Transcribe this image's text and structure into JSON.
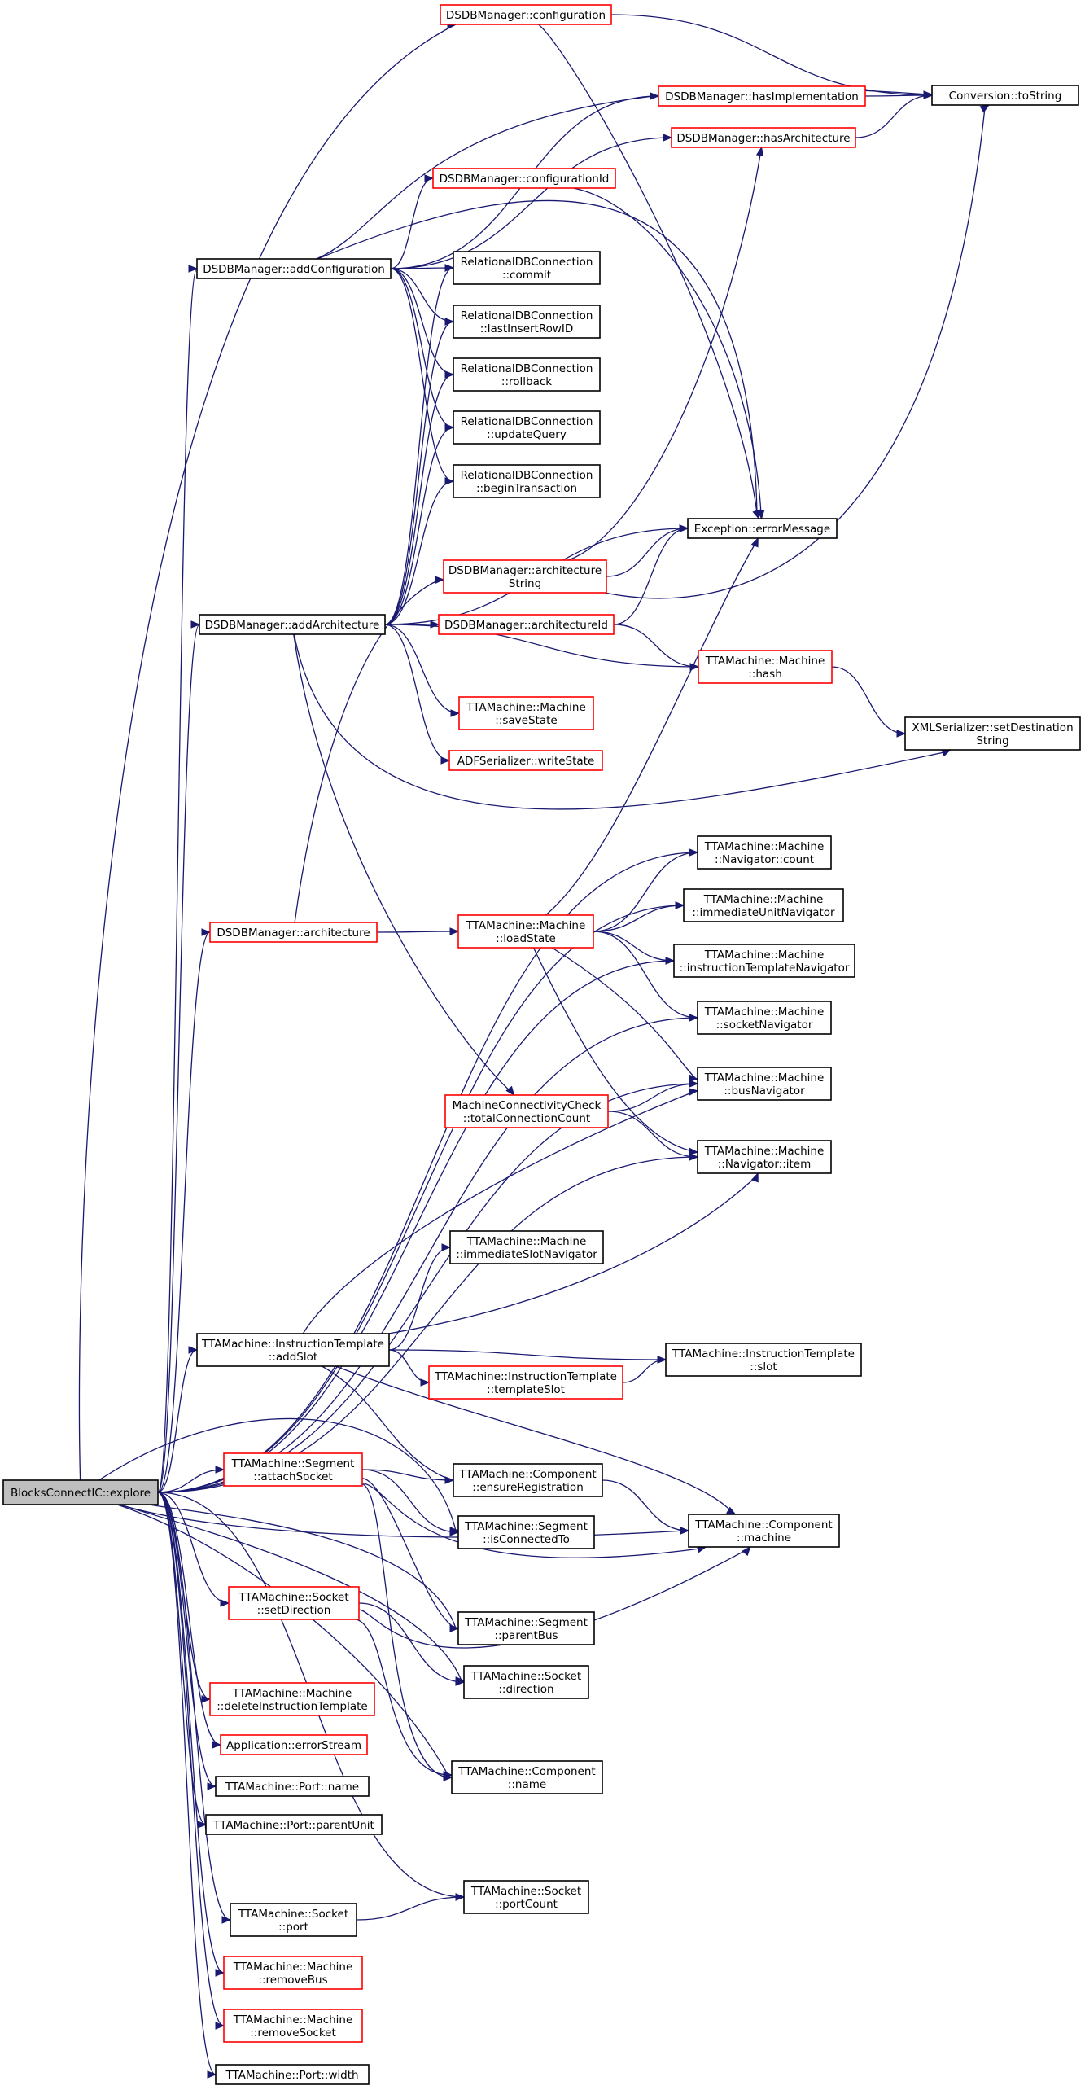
{
  "colors": {
    "edge": "#191970",
    "node_border_black": "#000000",
    "node_border_red": "#ff0000",
    "root_fill": "#bfbfbf",
    "node_fill": "#ffffff"
  },
  "nodes": [
    {
      "id": "root",
      "lines": [
        "BlocksConnectIC::explore"
      ],
      "style": "root"
    },
    {
      "id": "dsdb_config",
      "lines": [
        "DSDBManager::configuration"
      ],
      "style": "red"
    },
    {
      "id": "conv_tostring",
      "lines": [
        "Conversion::toString"
      ],
      "style": "black"
    },
    {
      "id": "dsdb_hasimpl",
      "lines": [
        "DSDBManager::hasImplementation"
      ],
      "style": "red"
    },
    {
      "id": "dsdb_hasarch",
      "lines": [
        "DSDBManager::hasArchitecture"
      ],
      "style": "red"
    },
    {
      "id": "dsdb_configid",
      "lines": [
        "DSDBManager::configurationId"
      ],
      "style": "red"
    },
    {
      "id": "dsdb_addconfig",
      "lines": [
        "DSDBManager::addConfiguration"
      ],
      "style": "black"
    },
    {
      "id": "rdb_commit",
      "lines": [
        "RelationalDBConnection",
        "::commit"
      ],
      "style": "black"
    },
    {
      "id": "rdb_lastid",
      "lines": [
        "RelationalDBConnection",
        "::lastInsertRowID"
      ],
      "style": "black"
    },
    {
      "id": "rdb_rollback",
      "lines": [
        "RelationalDBConnection",
        "::rollback"
      ],
      "style": "black"
    },
    {
      "id": "rdb_update",
      "lines": [
        "RelationalDBConnection",
        "::updateQuery"
      ],
      "style": "black"
    },
    {
      "id": "rdb_begin",
      "lines": [
        "RelationalDBConnection",
        "::beginTransaction"
      ],
      "style": "black"
    },
    {
      "id": "exc_errmsg",
      "lines": [
        "Exception::errorMessage"
      ],
      "style": "black"
    },
    {
      "id": "dsdb_archstr",
      "lines": [
        "DSDBManager::architecture",
        "String"
      ],
      "style": "red"
    },
    {
      "id": "dsdb_addarch",
      "lines": [
        "DSDBManager::addArchitecture"
      ],
      "style": "black"
    },
    {
      "id": "dsdb_archid",
      "lines": [
        "DSDBManager::architectureId"
      ],
      "style": "red"
    },
    {
      "id": "tta_hash",
      "lines": [
        "TTAMachine::Machine",
        "::hash"
      ],
      "style": "red"
    },
    {
      "id": "xml_setdest",
      "lines": [
        "XMLSerializer::setDestination",
        "String"
      ],
      "style": "black"
    },
    {
      "id": "tta_savestate",
      "lines": [
        "TTAMachine::Machine",
        "::saveState"
      ],
      "style": "red"
    },
    {
      "id": "adf_writestate",
      "lines": [
        "ADFSerializer::writeState"
      ],
      "style": "red"
    },
    {
      "id": "nav_count",
      "lines": [
        "TTAMachine::Machine",
        "::Navigator::count"
      ],
      "style": "black"
    },
    {
      "id": "imm_unit_nav",
      "lines": [
        "TTAMachine::Machine",
        "::immediateUnitNavigator"
      ],
      "style": "black"
    },
    {
      "id": "dsdb_arch",
      "lines": [
        "DSDBManager::architecture"
      ],
      "style": "red"
    },
    {
      "id": "tta_loadstate",
      "lines": [
        "TTAMachine::Machine",
        "::loadState"
      ],
      "style": "red"
    },
    {
      "id": "instr_tmpl_nav",
      "lines": [
        "TTAMachine::Machine",
        "::instructionTemplateNavigator"
      ],
      "style": "black"
    },
    {
      "id": "socket_nav",
      "lines": [
        "TTAMachine::Machine",
        "::socketNavigator"
      ],
      "style": "black"
    },
    {
      "id": "bus_nav",
      "lines": [
        "TTAMachine::Machine",
        "::busNavigator"
      ],
      "style": "black"
    },
    {
      "id": "mcc_total",
      "lines": [
        "MachineConnectivityCheck",
        "::totalConnectionCount"
      ],
      "style": "red"
    },
    {
      "id": "nav_item",
      "lines": [
        "TTAMachine::Machine",
        "::Navigator::item"
      ],
      "style": "black"
    },
    {
      "id": "imm_slot_nav",
      "lines": [
        "TTAMachine::Machine",
        "::immediateSlotNavigator"
      ],
      "style": "black"
    },
    {
      "id": "it_addslot",
      "lines": [
        "TTAMachine::InstructionTemplate",
        "::addSlot"
      ],
      "style": "black"
    },
    {
      "id": "it_slot",
      "lines": [
        "TTAMachine::InstructionTemplate",
        "::slot"
      ],
      "style": "black"
    },
    {
      "id": "it_tmplslot",
      "lines": [
        "TTAMachine::InstructionTemplate",
        "::templateSlot"
      ],
      "style": "red"
    },
    {
      "id": "seg_attach",
      "lines": [
        "TTAMachine::Segment",
        "::attachSocket"
      ],
      "style": "red"
    },
    {
      "id": "comp_ensure",
      "lines": [
        "TTAMachine::Component",
        "::ensureRegistration"
      ],
      "style": "black"
    },
    {
      "id": "comp_machine",
      "lines": [
        "TTAMachine::Component",
        "::machine"
      ],
      "style": "black"
    },
    {
      "id": "seg_isconn",
      "lines": [
        "TTAMachine::Segment",
        "::isConnectedTo"
      ],
      "style": "black"
    },
    {
      "id": "sock_setdir",
      "lines": [
        "TTAMachine::Socket",
        "::setDirection"
      ],
      "style": "red"
    },
    {
      "id": "seg_parentbus",
      "lines": [
        "TTAMachine::Segment",
        "::parentBus"
      ],
      "style": "black"
    },
    {
      "id": "tta_delinstr",
      "lines": [
        "TTAMachine::Machine",
        "::deleteInstructionTemplate"
      ],
      "style": "red"
    },
    {
      "id": "sock_dir",
      "lines": [
        "TTAMachine::Socket",
        "::direction"
      ],
      "style": "black"
    },
    {
      "id": "app_errstream",
      "lines": [
        "Application::errorStream"
      ],
      "style": "red"
    },
    {
      "id": "comp_name",
      "lines": [
        "TTAMachine::Component",
        "::name"
      ],
      "style": "black"
    },
    {
      "id": "port_name",
      "lines": [
        "TTAMachine::Port::name"
      ],
      "style": "black"
    },
    {
      "id": "port_parentunit",
      "lines": [
        "TTAMachine::Port::parentUnit"
      ],
      "style": "black"
    },
    {
      "id": "sock_portcount",
      "lines": [
        "TTAMachine::Socket",
        "::portCount"
      ],
      "style": "black"
    },
    {
      "id": "sock_port",
      "lines": [
        "TTAMachine::Socket",
        "::port"
      ],
      "style": "black"
    },
    {
      "id": "tta_removebus",
      "lines": [
        "TTAMachine::Machine",
        "::removeBus"
      ],
      "style": "red"
    },
    {
      "id": "tta_removesocket",
      "lines": [
        "TTAMachine::Machine",
        "::removeSocket"
      ],
      "style": "red"
    },
    {
      "id": "port_width",
      "lines": [
        "TTAMachine::Port::width"
      ],
      "style": "black"
    }
  ],
  "edges": [
    [
      "root",
      "dsdb_config"
    ],
    [
      "root",
      "dsdb_addconfig"
    ],
    [
      "root",
      "dsdb_addarch"
    ],
    [
      "root",
      "nav_count"
    ],
    [
      "root",
      "imm_unit_nav"
    ],
    [
      "root",
      "dsdb_arch"
    ],
    [
      "root",
      "instr_tmpl_nav"
    ],
    [
      "root",
      "socket_nav"
    ],
    [
      "root",
      "bus_nav"
    ],
    [
      "root",
      "nav_item"
    ],
    [
      "root",
      "it_addslot"
    ],
    [
      "root",
      "seg_attach"
    ],
    [
      "root",
      "comp_machine"
    ],
    [
      "root",
      "seg_isconn"
    ],
    [
      "root",
      "sock_setdir"
    ],
    [
      "root",
      "seg_parentbus"
    ],
    [
      "root",
      "tta_delinstr"
    ],
    [
      "root",
      "sock_dir"
    ],
    [
      "root",
      "app_errstream"
    ],
    [
      "root",
      "comp_name"
    ],
    [
      "root",
      "port_name"
    ],
    [
      "root",
      "port_parentunit"
    ],
    [
      "root",
      "sock_portcount"
    ],
    [
      "root",
      "sock_port"
    ],
    [
      "root",
      "tta_removebus"
    ],
    [
      "root",
      "tta_removesocket"
    ],
    [
      "root",
      "port_width"
    ],
    [
      "dsdb_config",
      "conv_tostring"
    ],
    [
      "dsdb_config",
      "exc_errmsg"
    ],
    [
      "dsdb_hasimpl",
      "conv_tostring"
    ],
    [
      "dsdb_hasarch",
      "conv_tostring"
    ],
    [
      "dsdb_configid",
      "exc_errmsg"
    ],
    [
      "dsdb_addconfig",
      "conv_tostring"
    ],
    [
      "dsdb_addconfig",
      "dsdb_hasimpl"
    ],
    [
      "dsdb_addconfig",
      "dsdb_hasarch"
    ],
    [
      "dsdb_addconfig",
      "dsdb_configid"
    ],
    [
      "dsdb_addconfig",
      "exc_errmsg"
    ],
    [
      "dsdb_addconfig",
      "rdb_commit"
    ],
    [
      "dsdb_addconfig",
      "rdb_lastid"
    ],
    [
      "dsdb_addconfig",
      "rdb_rollback"
    ],
    [
      "dsdb_addconfig",
      "rdb_update"
    ],
    [
      "dsdb_addconfig",
      "rdb_begin"
    ],
    [
      "dsdb_addarch",
      "rdb_commit"
    ],
    [
      "dsdb_addarch",
      "rdb_lastid"
    ],
    [
      "dsdb_addarch",
      "rdb_rollback"
    ],
    [
      "dsdb_addarch",
      "rdb_update"
    ],
    [
      "dsdb_addarch",
      "rdb_begin"
    ],
    [
      "dsdb_addarch",
      "exc_errmsg"
    ],
    [
      "dsdb_addarch",
      "dsdb_archid"
    ],
    [
      "dsdb_addarch",
      "tta_hash"
    ],
    [
      "dsdb_addarch",
      "tta_savestate"
    ],
    [
      "dsdb_addarch",
      "adf_writestate"
    ],
    [
      "dsdb_addarch",
      "xml_setdest"
    ],
    [
      "dsdb_addarch",
      "mcc_total"
    ],
    [
      "dsdb_archstr",
      "dsdb_hasarch"
    ],
    [
      "dsdb_archstr",
      "exc_errmsg"
    ],
    [
      "dsdb_archstr",
      "conv_tostring"
    ],
    [
      "dsdb_archid",
      "exc_errmsg"
    ],
    [
      "dsdb_archid",
      "tta_hash"
    ],
    [
      "tta_hash",
      "xml_setdest"
    ],
    [
      "dsdb_arch",
      "dsdb_archstr"
    ],
    [
      "dsdb_arch",
      "tta_loadstate"
    ],
    [
      "tta_loadstate",
      "exc_errmsg"
    ],
    [
      "tta_loadstate",
      "nav_count"
    ],
    [
      "tta_loadstate",
      "imm_unit_nav"
    ],
    [
      "tta_loadstate",
      "instr_tmpl_nav"
    ],
    [
      "tta_loadstate",
      "socket_nav"
    ],
    [
      "tta_loadstate",
      "bus_nav"
    ],
    [
      "tta_loadstate",
      "nav_item"
    ],
    [
      "mcc_total",
      "bus_nav"
    ],
    [
      "mcc_total",
      "nav_item"
    ],
    [
      "it_addslot",
      "bus_nav"
    ],
    [
      "it_addslot",
      "imm_slot_nav"
    ],
    [
      "it_addslot",
      "nav_item"
    ],
    [
      "it_addslot",
      "it_slot"
    ],
    [
      "it_addslot",
      "it_tmplslot"
    ],
    [
      "it_addslot",
      "comp_ensure"
    ],
    [
      "it_addslot",
      "comp_machine"
    ],
    [
      "it_tmplslot",
      "it_slot"
    ],
    [
      "seg_attach",
      "comp_ensure"
    ],
    [
      "seg_attach",
      "seg_isconn"
    ],
    [
      "seg_attach",
      "seg_parentbus"
    ],
    [
      "seg_attach",
      "comp_machine"
    ],
    [
      "seg_attach",
      "comp_name"
    ],
    [
      "comp_ensure",
      "comp_machine"
    ],
    [
      "sock_setdir",
      "sock_dir"
    ],
    [
      "sock_setdir",
      "comp_name"
    ],
    [
      "sock_setdir",
      "comp_machine"
    ],
    [
      "sock_port",
      "sock_portcount"
    ]
  ]
}
